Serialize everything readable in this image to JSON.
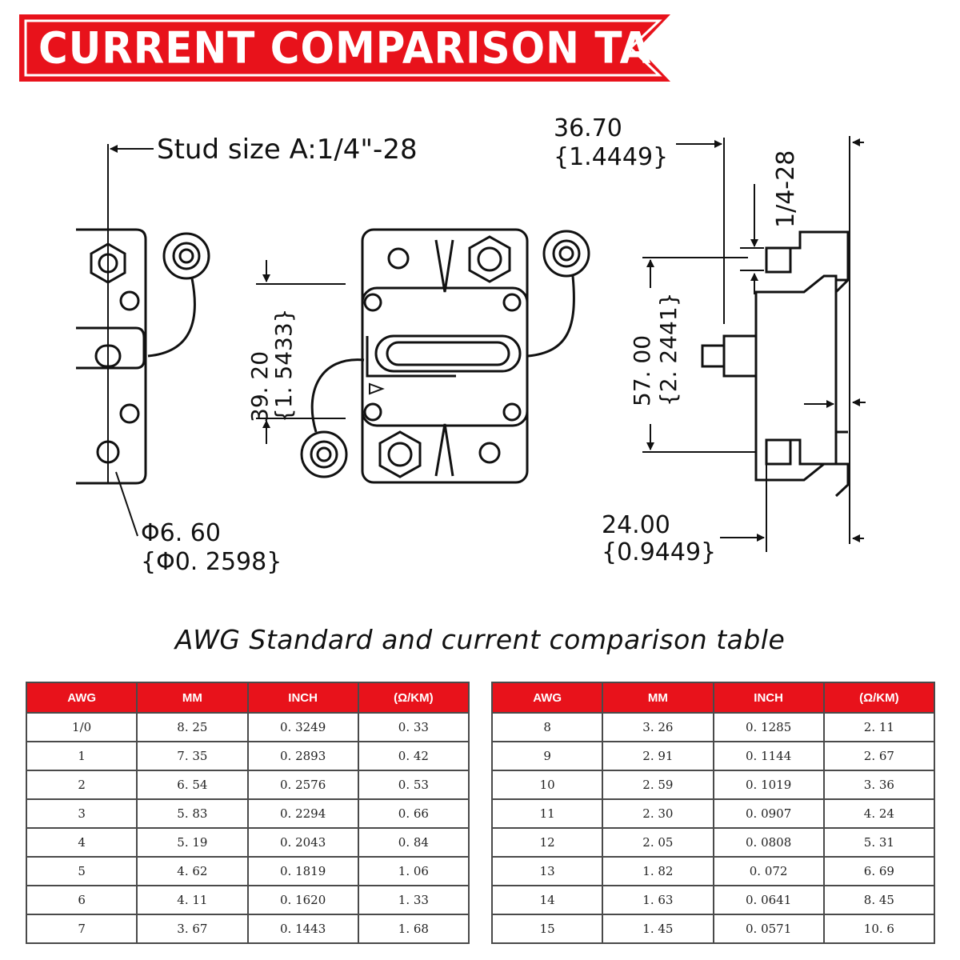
{
  "banner": {
    "title": "CURRENT COMPARISON TABLE",
    "color": "#e8121b"
  },
  "drawing": {
    "stud_size": "Stud size A:1/4\"-28",
    "hole_dia_mm": "Φ6. 60",
    "hole_dia_in": "{Φ0. 2598}",
    "height_mm": "39. 20",
    "height_in": "{1. 5433}",
    "depth_mm": "36.70",
    "depth_in": "{1.4449}",
    "thread": "1/4-28",
    "length_mm": "57. 00",
    "length_in": "{2. 2441}",
    "base_mm": "24.00",
    "base_in": "{0.9449}"
  },
  "subtitle": "AWG Standard and current comparison table",
  "table": {
    "headers": [
      "AWG",
      "MM",
      "INCH",
      "(Ω/KM)"
    ],
    "left_rows": [
      [
        "1/0",
        "8. 25",
        "0. 3249",
        "0. 33"
      ],
      [
        "1",
        "7. 35",
        "0. 2893",
        "0. 42"
      ],
      [
        "2",
        "6. 54",
        "0. 2576",
        "0. 53"
      ],
      [
        "3",
        "5. 83",
        "0. 2294",
        "0. 66"
      ],
      [
        "4",
        "5. 19",
        "0. 2043",
        "0. 84"
      ],
      [
        "5",
        "4. 62",
        "0. 1819",
        "1. 06"
      ],
      [
        "6",
        "4. 11",
        "0. 1620",
        "1. 33"
      ],
      [
        "7",
        "3. 67",
        "0. 1443",
        "1. 68"
      ]
    ],
    "right_rows": [
      [
        "8",
        "3. 26",
        "0. 1285",
        "2. 11"
      ],
      [
        "9",
        "2. 91",
        "0. 1144",
        "2. 67"
      ],
      [
        "10",
        "2. 59",
        "0. 1019",
        "3. 36"
      ],
      [
        "11",
        "2. 30",
        "0. 0907",
        "4. 24"
      ],
      [
        "12",
        "2. 05",
        "0. 0808",
        "5. 31"
      ],
      [
        "13",
        "1. 82",
        "0. 072",
        "6. 69"
      ],
      [
        "14",
        "1. 63",
        "0. 0641",
        "8. 45"
      ],
      [
        "15",
        "1. 45",
        "0. 0571",
        "10. 6"
      ]
    ]
  }
}
